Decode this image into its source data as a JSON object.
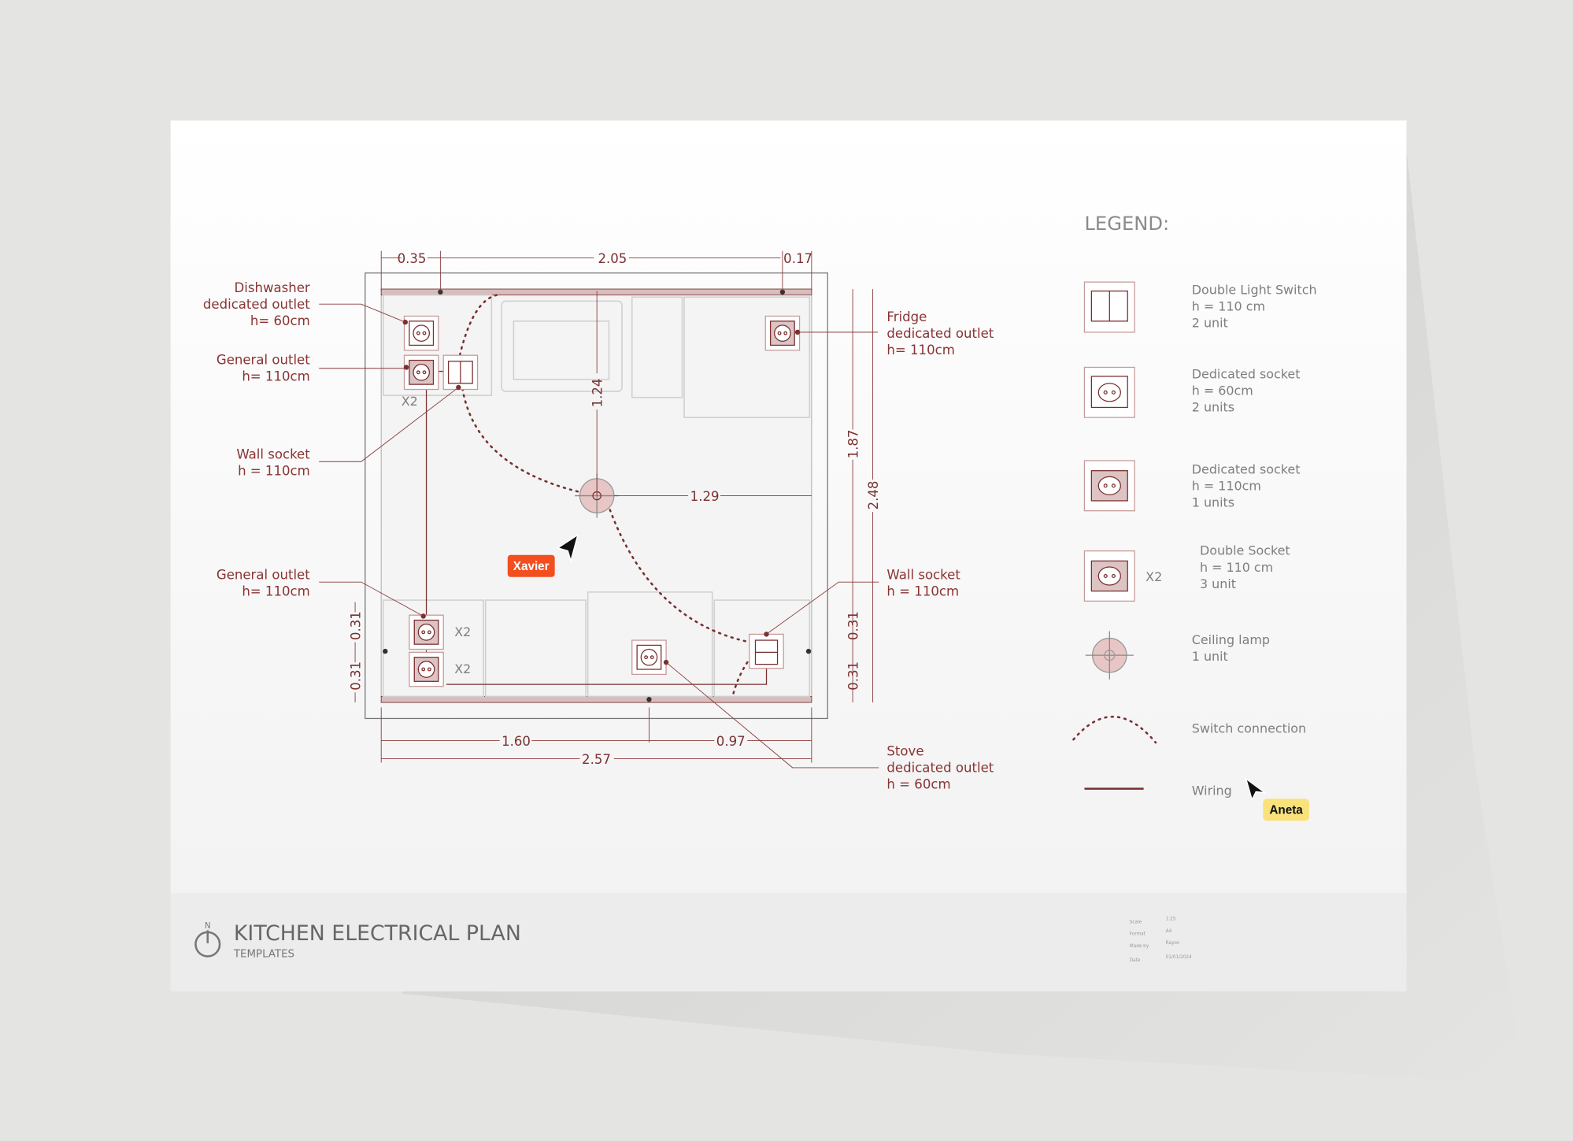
{
  "sheet": {
    "title": "KITCHEN ELECTRICAL PLAN",
    "subtitle": "TEMPLATES",
    "north": "N",
    "info": [
      {
        "label": "Scale",
        "value": "1:25"
      },
      {
        "label": "Format",
        "value": "A4"
      },
      {
        "label": "Made by",
        "value": "Rayon"
      },
      {
        "label": "Date",
        "value": "01/01/2024"
      }
    ]
  },
  "plan": {
    "labels": {
      "dishwasher": [
        "Dishwasher",
        "dedicated outlet",
        "h= 60cm"
      ],
      "general_top": [
        "General outlet",
        "h= 110cm"
      ],
      "wall_left": [
        "Wall socket",
        "h = 110cm"
      ],
      "general_bottom": [
        "General outlet",
        "h= 110cm"
      ],
      "fridge": [
        "Fridge",
        "dedicated  outlet",
        "h= 110cm"
      ],
      "wall_right": [
        "Wall socket",
        "h = 110cm"
      ],
      "stove": [
        "Stove",
        "dedicated outlet",
        "h = 60cm"
      ]
    },
    "multipliers": [
      "X2",
      "X2",
      "X2"
    ],
    "dimensions": {
      "top_left": "0.35",
      "top_mid": "2.05",
      "top_right": "0.17",
      "lamp_v": "1.24",
      "lamp_h": "1.29",
      "right_inner": "1.87",
      "right_outer": "2.48",
      "left_a": "0.31",
      "left_b": "0.31",
      "right_a": "0.31",
      "right_b": "0.31",
      "bottom_a": "1.60",
      "bottom_b": "0.97",
      "bottom_total": "2.57"
    }
  },
  "legend": {
    "title": "LEGEND:",
    "items": [
      {
        "icon": "double-light-switch-icon",
        "lines": [
          "Double Light Switch",
          "h = 110 cm",
          "2 unit"
        ]
      },
      {
        "icon": "dedicated-socket-60-icon",
        "lines": [
          "Dedicated socket",
          "h = 60cm",
          "2 units"
        ]
      },
      {
        "icon": "dedicated-socket-110-icon",
        "lines": [
          "Dedicated socket",
          "h = 110cm",
          "1 units"
        ]
      },
      {
        "icon": "double-socket-icon",
        "multiplier": "X2",
        "lines": [
          "Double Socket",
          "h = 110 cm",
          "3 unit"
        ]
      },
      {
        "icon": "ceiling-lamp-icon",
        "lines": [
          "Ceiling lamp",
          "1 unit"
        ]
      },
      {
        "icon": "switch-connection-icon",
        "lines": [
          "Switch connection"
        ]
      },
      {
        "icon": "wiring-icon",
        "lines": [
          "Wiring"
        ]
      }
    ]
  },
  "collaborators": [
    {
      "name": "Xavier",
      "color": "#f24e1e"
    },
    {
      "name": "Aneta",
      "color": "#f9e27a"
    }
  ],
  "colors": {
    "accent": "#7a2e2e",
    "socket_fill": "#dcc4c4"
  }
}
